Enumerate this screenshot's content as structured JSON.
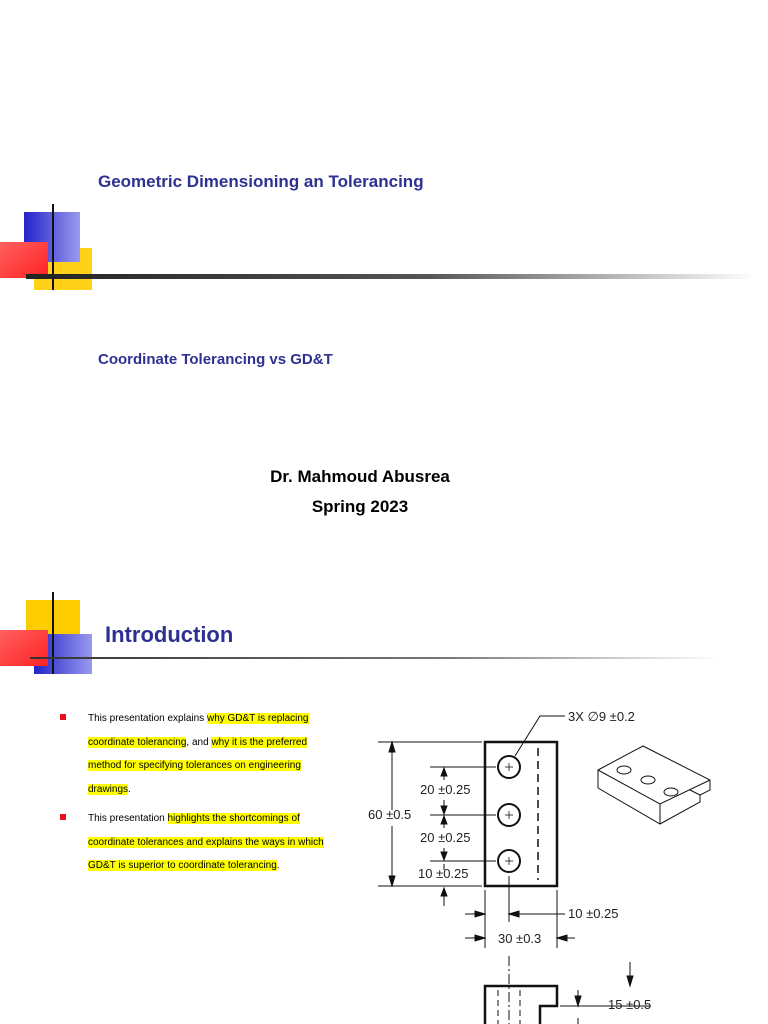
{
  "slide1": {
    "title": "Geometric Dimensioning an Tolerancing",
    "subtitle": "Coordinate Tolerancing vs GD&T",
    "author": "Dr. Mahmoud Abusrea",
    "term": "Spring 2023"
  },
  "slide2": {
    "title": "Introduction",
    "bullets": [
      {
        "segments": [
          {
            "text": "This presentation explains ",
            "highlight": false
          },
          {
            "text": "why GD&T is replacing coordinate tolerancing",
            "highlight": true
          },
          {
            "text": ", and ",
            "highlight": false
          },
          {
            "text": "why it is the preferred method for specifying tolerances on engineering drawings",
            "highlight": true
          },
          {
            "text": ".",
            "highlight": false
          }
        ]
      },
      {
        "segments": [
          {
            "text": "This presentation ",
            "highlight": false
          },
          {
            "text": "highlights the shortcomings of coordinate tolerances and explains the ways in which GD&T is superior to coordinate tolerancing",
            "highlight": true
          },
          {
            "text": ".",
            "highlight": false
          }
        ]
      }
    ],
    "drawing": {
      "hole_callout": "3X ∅9 ±0.2",
      "height": "60 ±0.5",
      "pitch_upper": "20 ±0.25",
      "pitch_lower": "20 ±0.25",
      "bottom_offset": "10 ±0.25",
      "side_offset": "10 ±0.25",
      "width": "30 ±0.3",
      "depth": "15 ±0.5"
    }
  },
  "colors": {
    "title_blue": "#2e3192",
    "deco_blue": "#3333cc",
    "deco_yellow": "#ffcc00",
    "deco_red": "#ff3333",
    "bullet_red": "#e8101e",
    "highlight": "#ffff00"
  }
}
